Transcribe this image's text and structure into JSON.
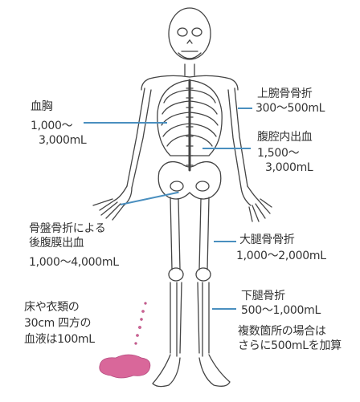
{
  "labels": {
    "hemothorax": {
      "title": "血胸",
      "line1": "1,000～",
      "line2": "3,000mL"
    },
    "humerus": {
      "title": "上腕骨骨折",
      "value": "300～500mL"
    },
    "abdominal": {
      "title": "腹腔内出血",
      "line1": "1,500～",
      "line2": "3,000mL"
    },
    "pelvis": {
      "title1": "骨盤骨折による",
      "title2": "後腹膜出血",
      "value": "1,000～4,000mL"
    },
    "femur": {
      "title": "大腿骨骨折",
      "value": "1,000～2,000mL"
    },
    "tibia": {
      "title": "下腿骨折",
      "value": "500～1,000mL"
    },
    "multiple": {
      "line1": "複数箇所の場合は",
      "line2": "さらに500mLを加算"
    },
    "floor": {
      "line1": "床や衣類の",
      "line2": "30cm 四方の",
      "line3": "血液は100mL"
    }
  },
  "colors": {
    "leader": "#4a8fbf",
    "blood": "#d9679a",
    "outline": "#444444"
  }
}
